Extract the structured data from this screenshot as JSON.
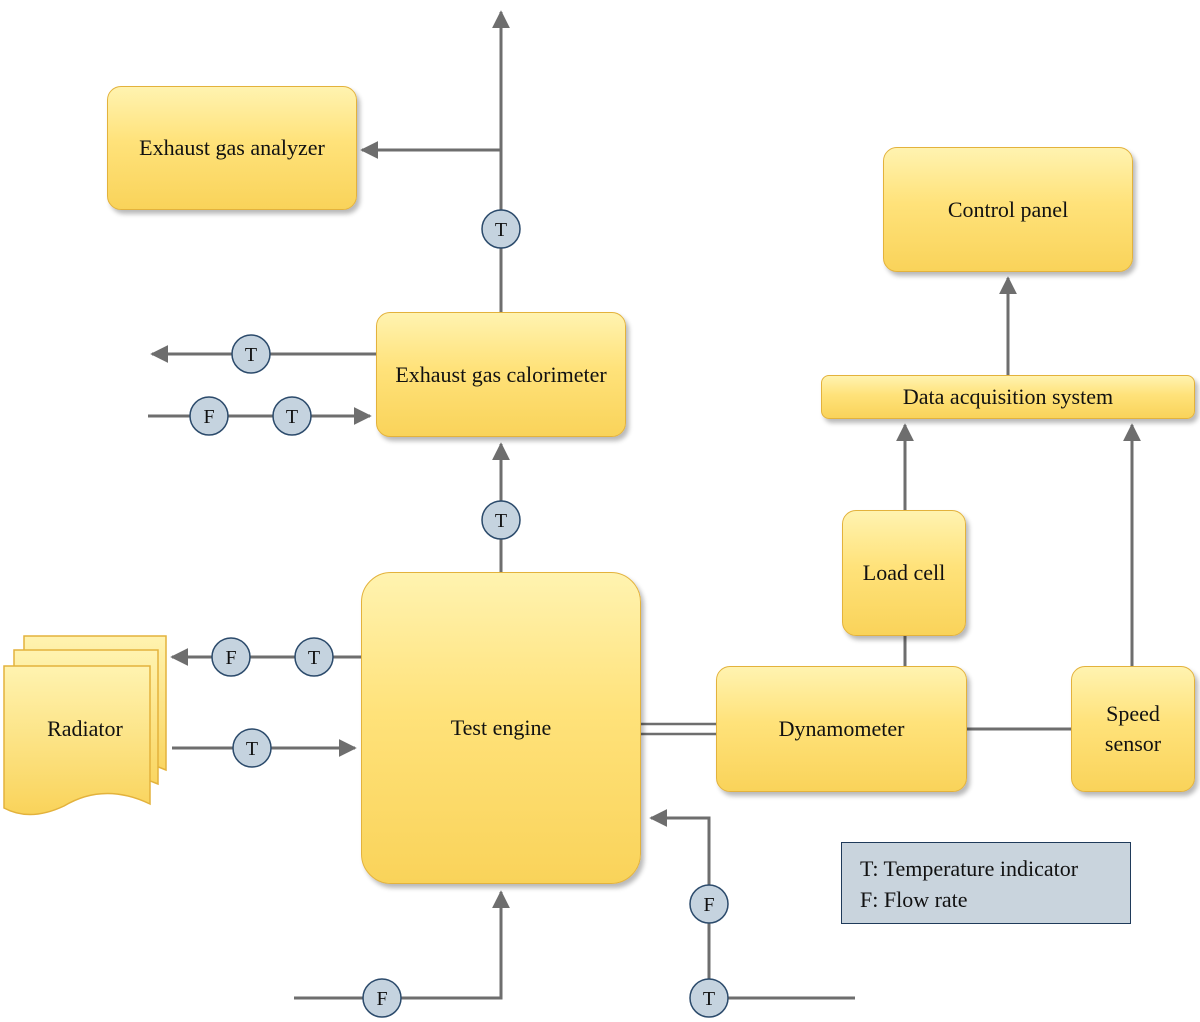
{
  "boxes": {
    "exhaust_gas_analyzer": "Exhaust gas analyzer",
    "exhaust_gas_calorimeter": "Exhaust gas calorimeter",
    "test_engine": "Test engine",
    "control_panel": "Control panel",
    "data_acquisition_system": "Data acquisition system",
    "load_cell": "Load cell",
    "dynamometer": "Dynamometer",
    "speed_sensor_line1": "Speed",
    "speed_sensor_line2": "sensor",
    "radiator": "Radiator"
  },
  "indicators": {
    "temperature": "T",
    "flow_rate": "F"
  },
  "legend": {
    "t_entry": "T: Temperature indicator",
    "f_entry": "F: Flow rate"
  },
  "colors": {
    "box_fill": "#ffe27a",
    "box_border": "#e3b23c",
    "line": "#6e6e6e",
    "indicator_fill": "#c5d3df",
    "indicator_border": "#2b4a6b",
    "legend_fill": "#c9d4dd"
  }
}
